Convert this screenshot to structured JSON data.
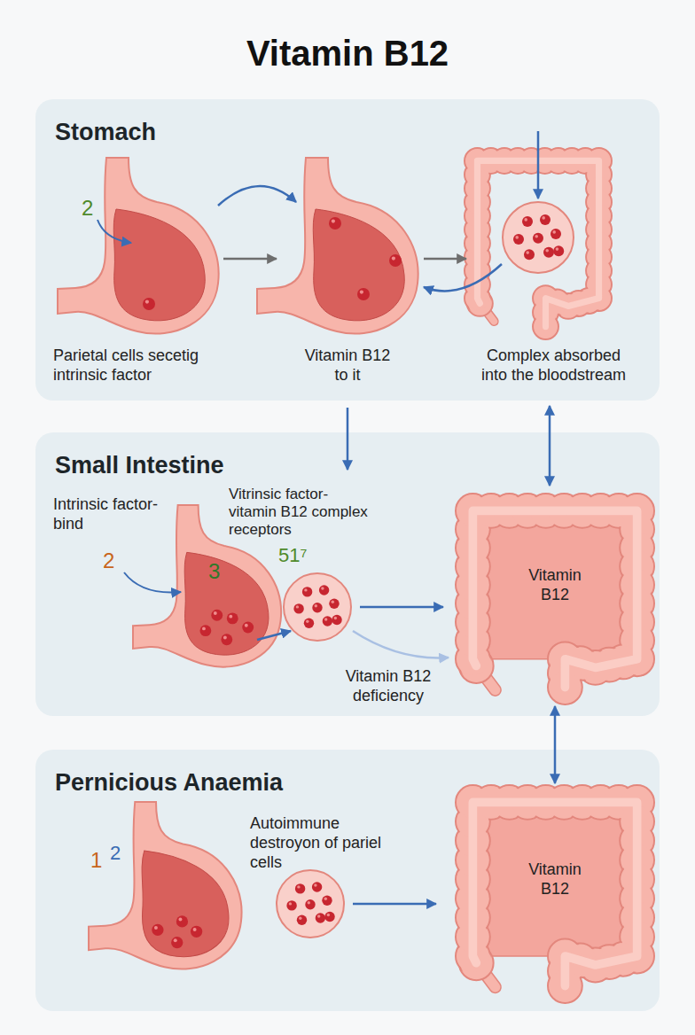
{
  "diagram": {
    "title": "Vitamin B12",
    "nodes": [
      {
        "text": [
          "Stomach"
        ]
      },
      {
        "text": [
          "Small Intestine"
        ]
      },
      {
        "text": [
          "Vitamin B12"
        ],
        "in": 1
      },
      {
        "text": [
          "Pernicious Anaemia"
        ]
      },
      {
        "text": [
          "Vitamin B12"
        ],
        "in": 3
      }
    ],
    "edges": [
      {
        "from": 2,
        "to": 4,
        "arrow": "both"
      }
    ],
    "labels": [
      "2",
      "Parietal cells secetig intrinsic factor",
      "Vitamin B12 to it",
      "Complex absorbed into the bloodstream",
      "Intrinsic factor- bind",
      "Vitrinsic factor- vitamin B12 complex receptors",
      "2",
      "3",
      "51⁷",
      "Vitamin B12 deficiency",
      "1",
      "2",
      "Autoimmune destroyon of pariel cells"
    ]
  }
}
